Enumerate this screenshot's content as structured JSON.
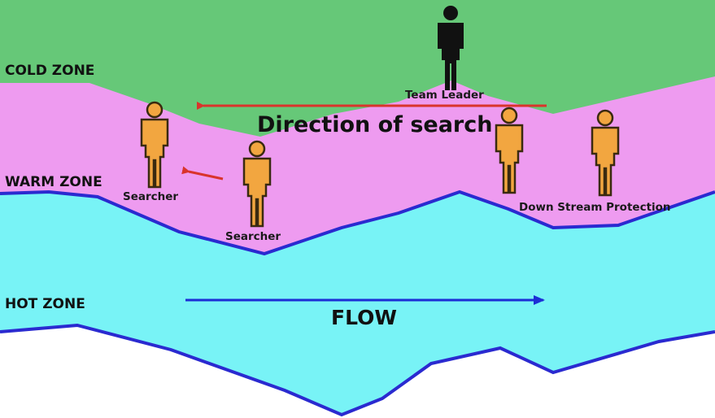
{
  "zones": {
    "cold": "COLD ZONE",
    "warm": "WARM ZONE",
    "hot": "HOT ZONE"
  },
  "people": {
    "team_leader": "Team Leader",
    "searcher_1": "Searcher",
    "searcher_2": "Searcher",
    "downstream": "Down Stream Protection"
  },
  "arrows": {
    "direction_of_search": "Direction of search",
    "flow": "FLOW"
  },
  "colors": {
    "cold_zone": "#66c878",
    "warm_zone": "#ee9bf0",
    "hot_zone": "#78f3f6",
    "river_edge": "#2a2ad0",
    "searcher_fill": "#f2a640",
    "leader_fill": "#111111",
    "search_arrow": "#d9342c",
    "flow_arrow": "#1c2ed6"
  }
}
